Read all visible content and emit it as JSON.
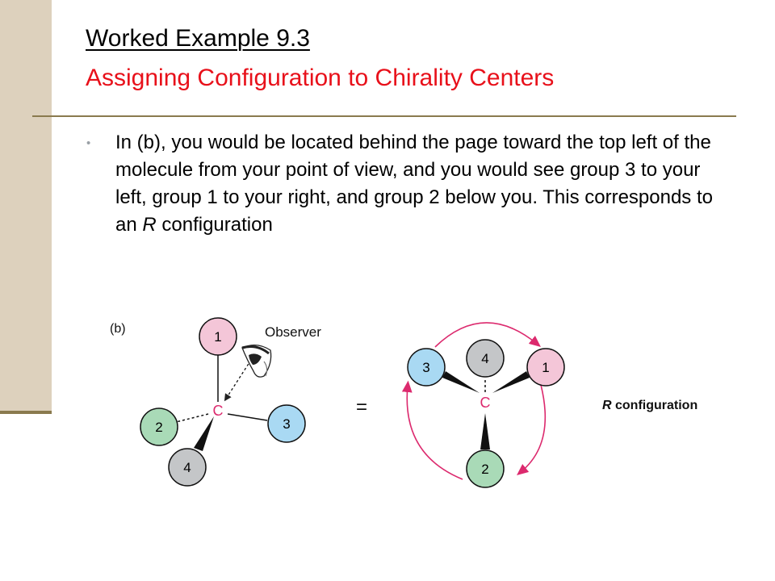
{
  "slide": {
    "title": "Worked Example 9.3",
    "subtitle": "Assigning Configuration to Chirality Centers",
    "body": {
      "part1": "In (b), you would be located behind the page toward the top left of the molecule from your point of view, and you would see group 3 to your left, group 1 to your right, and group 2 below you.  This corresponds to an ",
      "emph": "R",
      "part2": " configuration"
    }
  },
  "figure": {
    "panel_label": "(b)",
    "observer_label": "Observer",
    "center_label": "C",
    "equals": "=",
    "config_letter": "R",
    "config_word": " configuration",
    "left_groups": [
      "1",
      "2",
      "3",
      "4"
    ],
    "right_groups": [
      "3",
      "4",
      "1",
      "2"
    ],
    "colors": {
      "pink": "#f4c6d8",
      "green": "#a9dab7",
      "blue": "#a9d9f3",
      "gray": "#c4c6c8",
      "arrow": "#dc2a6e",
      "title_red": "#e8101a",
      "side_bar": "#ddd1bd",
      "rule": "#8a7a4e"
    }
  }
}
